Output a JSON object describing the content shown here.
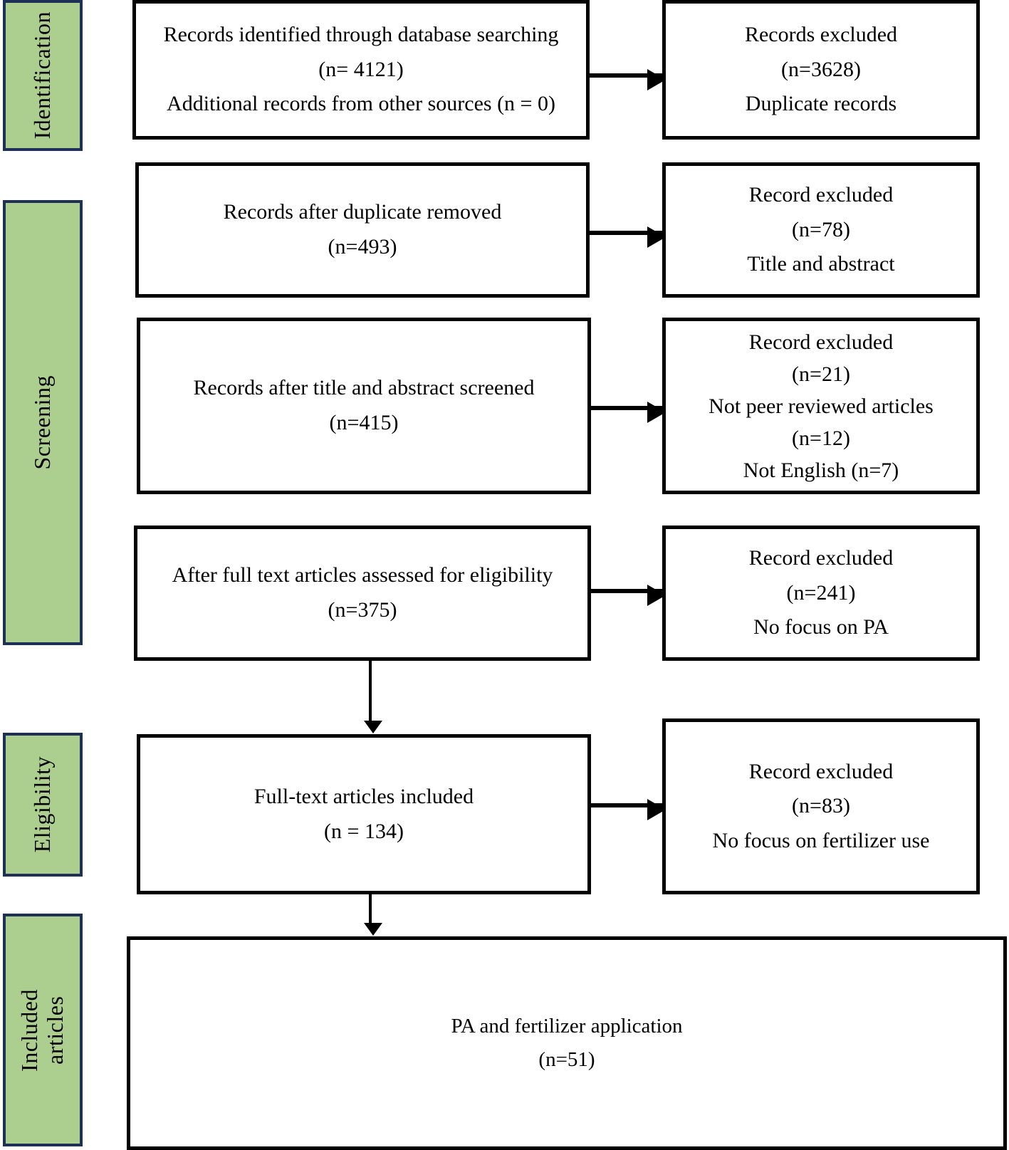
{
  "diagram": {
    "type": "prisma-flow-diagram",
    "colors": {
      "stage_fill": "#accf8f",
      "stage_border": "#1f3057",
      "box_border": "#000000",
      "background": "#ffffff",
      "text": "#000000"
    },
    "stages": [
      {
        "id": "identification",
        "label": "Identification"
      },
      {
        "id": "screening",
        "label": "Screening"
      },
      {
        "id": "eligibility",
        "label": "Eligibility"
      },
      {
        "id": "included-articles",
        "label": "Included\narticles"
      }
    ],
    "main_boxes": [
      {
        "id": "records-identified",
        "lines": [
          "Records identified through database searching",
          "(n= 4121)",
          "Additional records from other sources (n = 0)"
        ]
      },
      {
        "id": "records-after-duplicate-removed",
        "lines": [
          "Records after duplicate removed",
          "(n=493)"
        ]
      },
      {
        "id": "records-after-title-abstract-screened",
        "lines": [
          "Records after title and abstract screened",
          "(n=415)"
        ]
      },
      {
        "id": "after-full-text-assessed",
        "lines": [
          "After full text articles assessed for eligibility",
          "(n=375)"
        ]
      },
      {
        "id": "full-text-articles-included",
        "lines": [
          "Full-text articles included",
          "(n = 134)"
        ]
      }
    ],
    "excluded_boxes": [
      {
        "id": "excluded-duplicates",
        "lines": [
          "Records excluded",
          "(n=3628)",
          "Duplicate records"
        ]
      },
      {
        "id": "excluded-title-abstract",
        "lines": [
          "Record excluded",
          "(n=78)",
          "Title and abstract"
        ]
      },
      {
        "id": "excluded-not-peer-reviewed",
        "lines": [
          "Record excluded",
          "(n=21)",
          "Not peer reviewed articles",
          "(n=12)",
          "Not English (n=7)"
        ]
      },
      {
        "id": "excluded-no-focus-pa",
        "lines": [
          "Record excluded",
          "(n=241)",
          "No focus on PA"
        ]
      },
      {
        "id": "excluded-no-focus-fertilizer",
        "lines": [
          "Record excluded",
          "(n=83)",
          "No focus on fertilizer use"
        ]
      }
    ],
    "final_box": {
      "id": "pa-and-fertilizer-application",
      "lines": [
        "PA and fertilizer application",
        "(n=51)"
      ]
    }
  }
}
